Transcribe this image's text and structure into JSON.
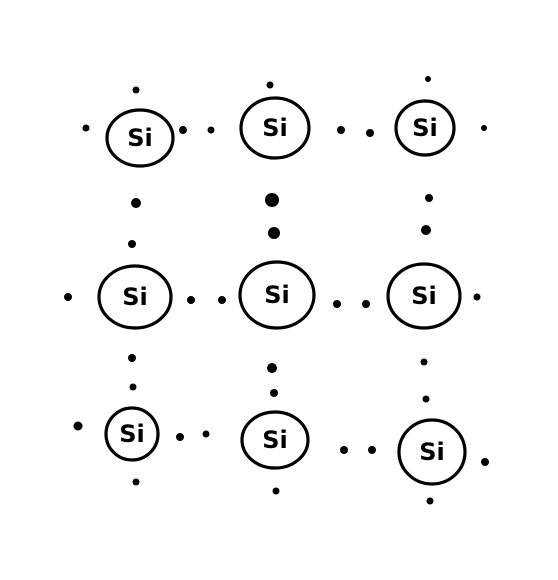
{
  "lattice": {
    "atoms": [
      {
        "label": "Si"
      },
      {
        "label": "Si"
      },
      {
        "label": "Si"
      },
      {
        "label": "Si"
      },
      {
        "label": "Si"
      },
      {
        "label": "Si"
      },
      {
        "label": "Si"
      },
      {
        "label": "Si"
      },
      {
        "label": "Si"
      }
    ]
  },
  "colors": {
    "ink": "#000000",
    "background": "#ffffff"
  }
}
